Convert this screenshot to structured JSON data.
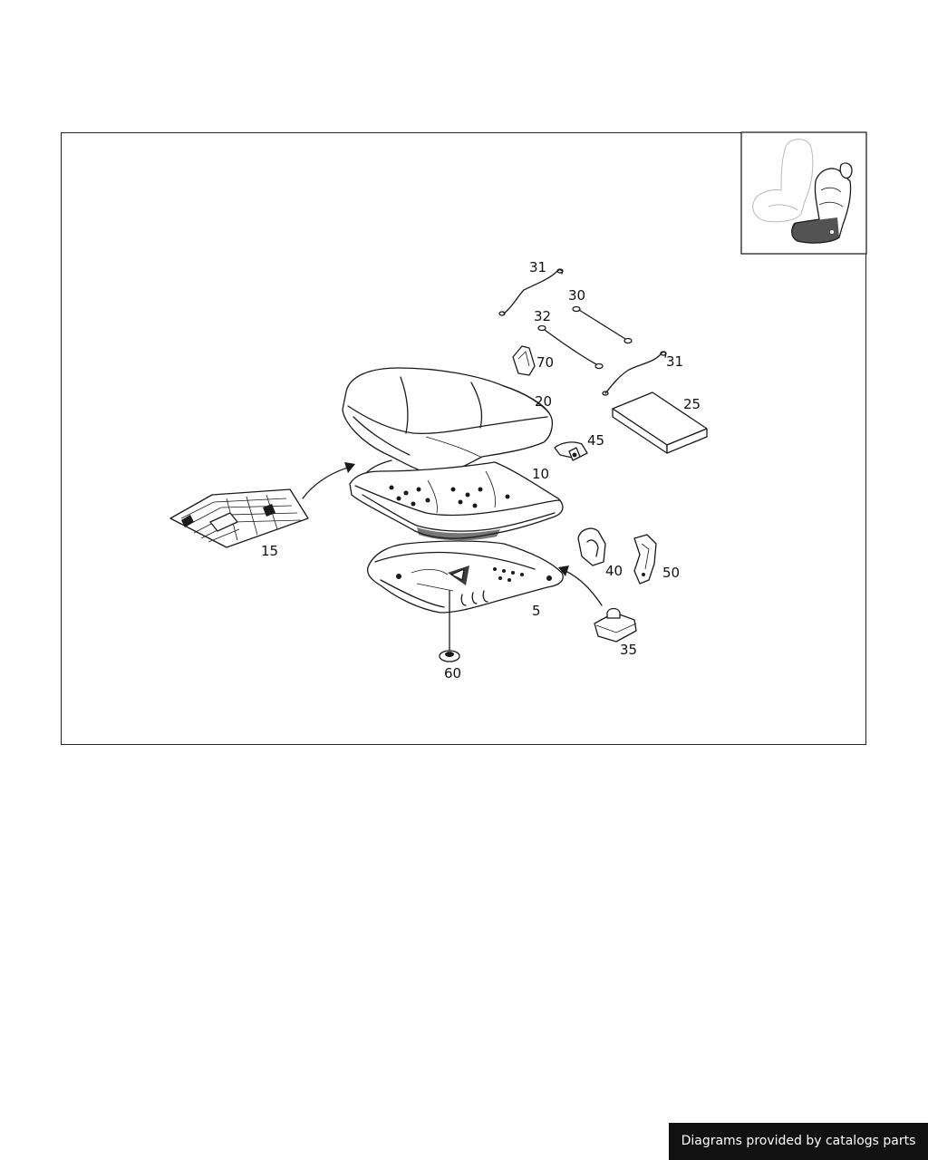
{
  "diagram": {
    "callouts": [
      {
        "id": "c31a",
        "label": "31"
      },
      {
        "id": "c30",
        "label": "30"
      },
      {
        "id": "c32",
        "label": "32"
      },
      {
        "id": "c70",
        "label": "70"
      },
      {
        "id": "c31b",
        "label": "31"
      },
      {
        "id": "c20",
        "label": "20"
      },
      {
        "id": "c25",
        "label": "25"
      },
      {
        "id": "c45",
        "label": "45"
      },
      {
        "id": "c10",
        "label": "10"
      },
      {
        "id": "c15",
        "label": "15"
      },
      {
        "id": "c40",
        "label": "40"
      },
      {
        "id": "c50",
        "label": "50"
      },
      {
        "id": "c5",
        "label": "5"
      },
      {
        "id": "c35",
        "label": "35"
      },
      {
        "id": "c60",
        "label": "60"
      }
    ]
  },
  "footer": {
    "credit": "Diagrams provided by catalogs parts"
  }
}
